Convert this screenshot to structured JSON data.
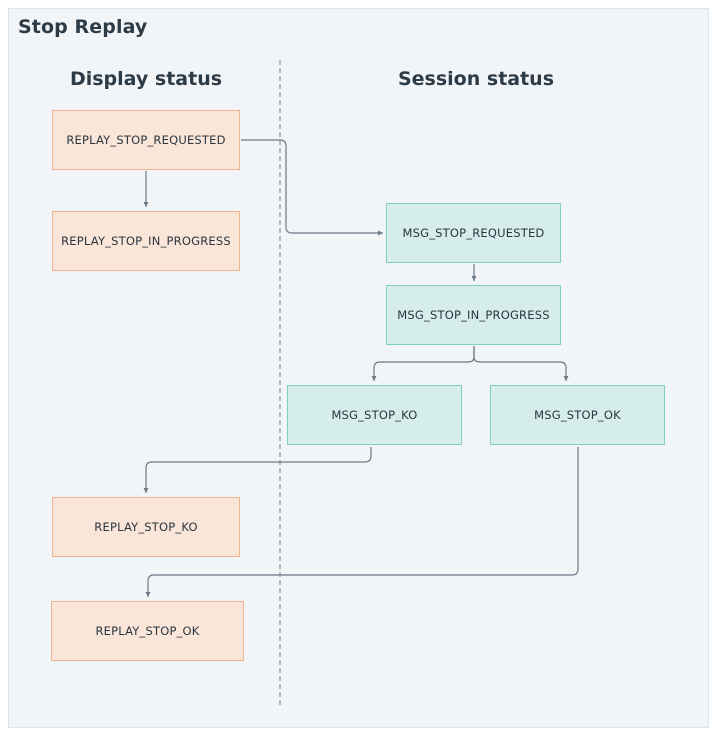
{
  "title": "Stop Replay",
  "columns": {
    "display": "Display status",
    "session": "Session status"
  },
  "nodes": {
    "replay_stop_requested": "REPLAY_STOP_REQUESTED",
    "replay_stop_in_progress": "REPLAY_STOP_IN_PROGRESS",
    "msg_stop_requested": "MSG_STOP_REQUESTED",
    "msg_stop_in_progress": "MSG_STOP_IN_PROGRESS",
    "msg_stop_ko": "MSG_STOP_KO",
    "msg_stop_ok": "MSG_STOP_OK",
    "replay_stop_ko": "REPLAY_STOP_KO",
    "replay_stop_ok": "REPLAY_STOP_OK"
  },
  "edges": [
    {
      "from": "REPLAY_STOP_REQUESTED",
      "to": "REPLAY_STOP_IN_PROGRESS"
    },
    {
      "from": "REPLAY_STOP_REQUESTED",
      "to": "MSG_STOP_REQUESTED"
    },
    {
      "from": "MSG_STOP_REQUESTED",
      "to": "MSG_STOP_IN_PROGRESS"
    },
    {
      "from": "MSG_STOP_IN_PROGRESS",
      "to": "MSG_STOP_KO"
    },
    {
      "from": "MSG_STOP_IN_PROGRESS",
      "to": "MSG_STOP_OK"
    },
    {
      "from": "MSG_STOP_KO",
      "to": "REPLAY_STOP_KO"
    },
    {
      "from": "MSG_STOP_OK",
      "to": "REPLAY_STOP_OK"
    }
  ],
  "colors": {
    "background": "#f1f5f8",
    "display_fill": "#fae6d8",
    "display_border": "#f0b48c",
    "session_fill": "#d6eeeb",
    "session_border": "#7fcfc4",
    "connector": "#6b7886",
    "divider": "#8a949e",
    "text": "#2d3b47"
  }
}
